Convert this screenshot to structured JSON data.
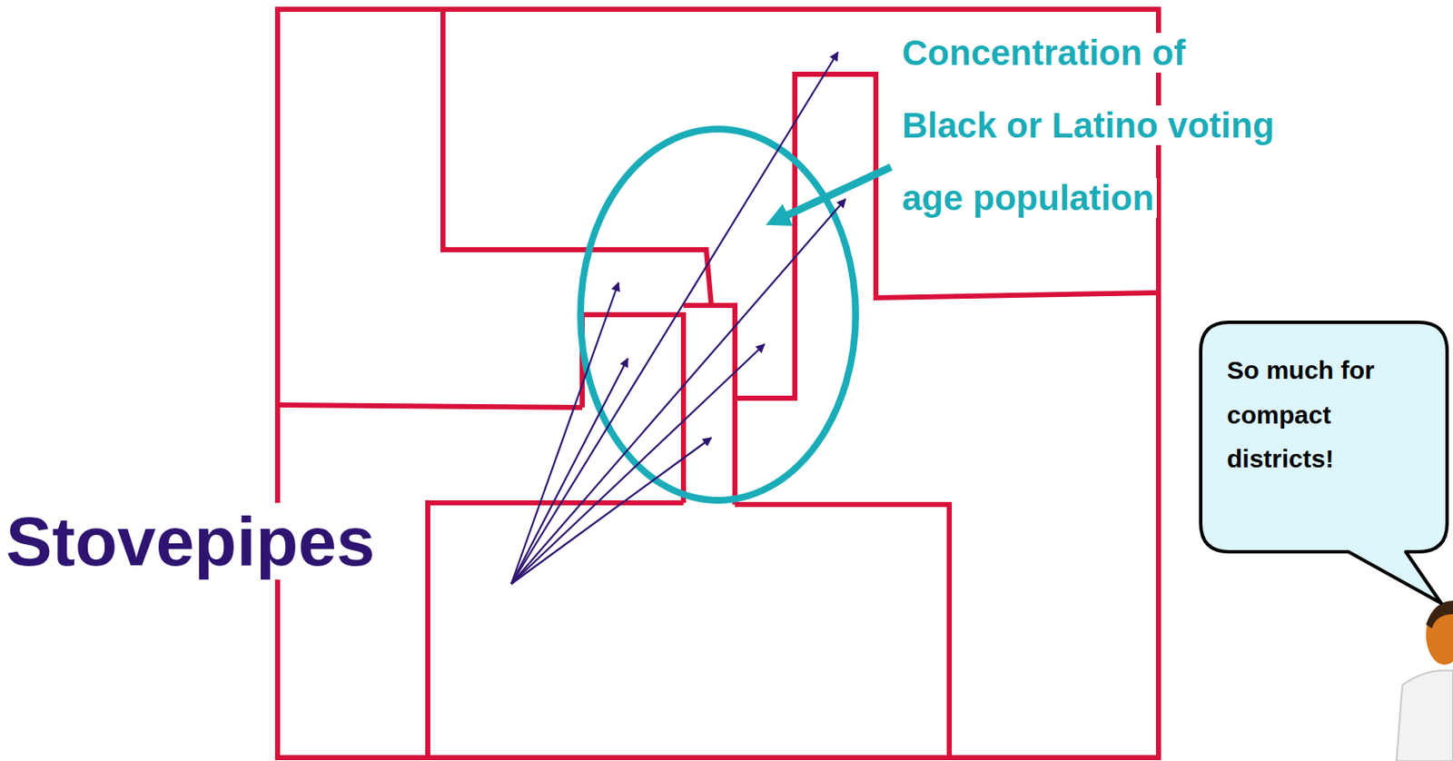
{
  "diagram": {
    "nodes": [
      {
        "text": [
          "So much for compact districts!"
        ]
      }
    ],
    "labels": [
      "Concentration of Black or Latino voting age population",
      "Stovepipes"
    ]
  }
}
